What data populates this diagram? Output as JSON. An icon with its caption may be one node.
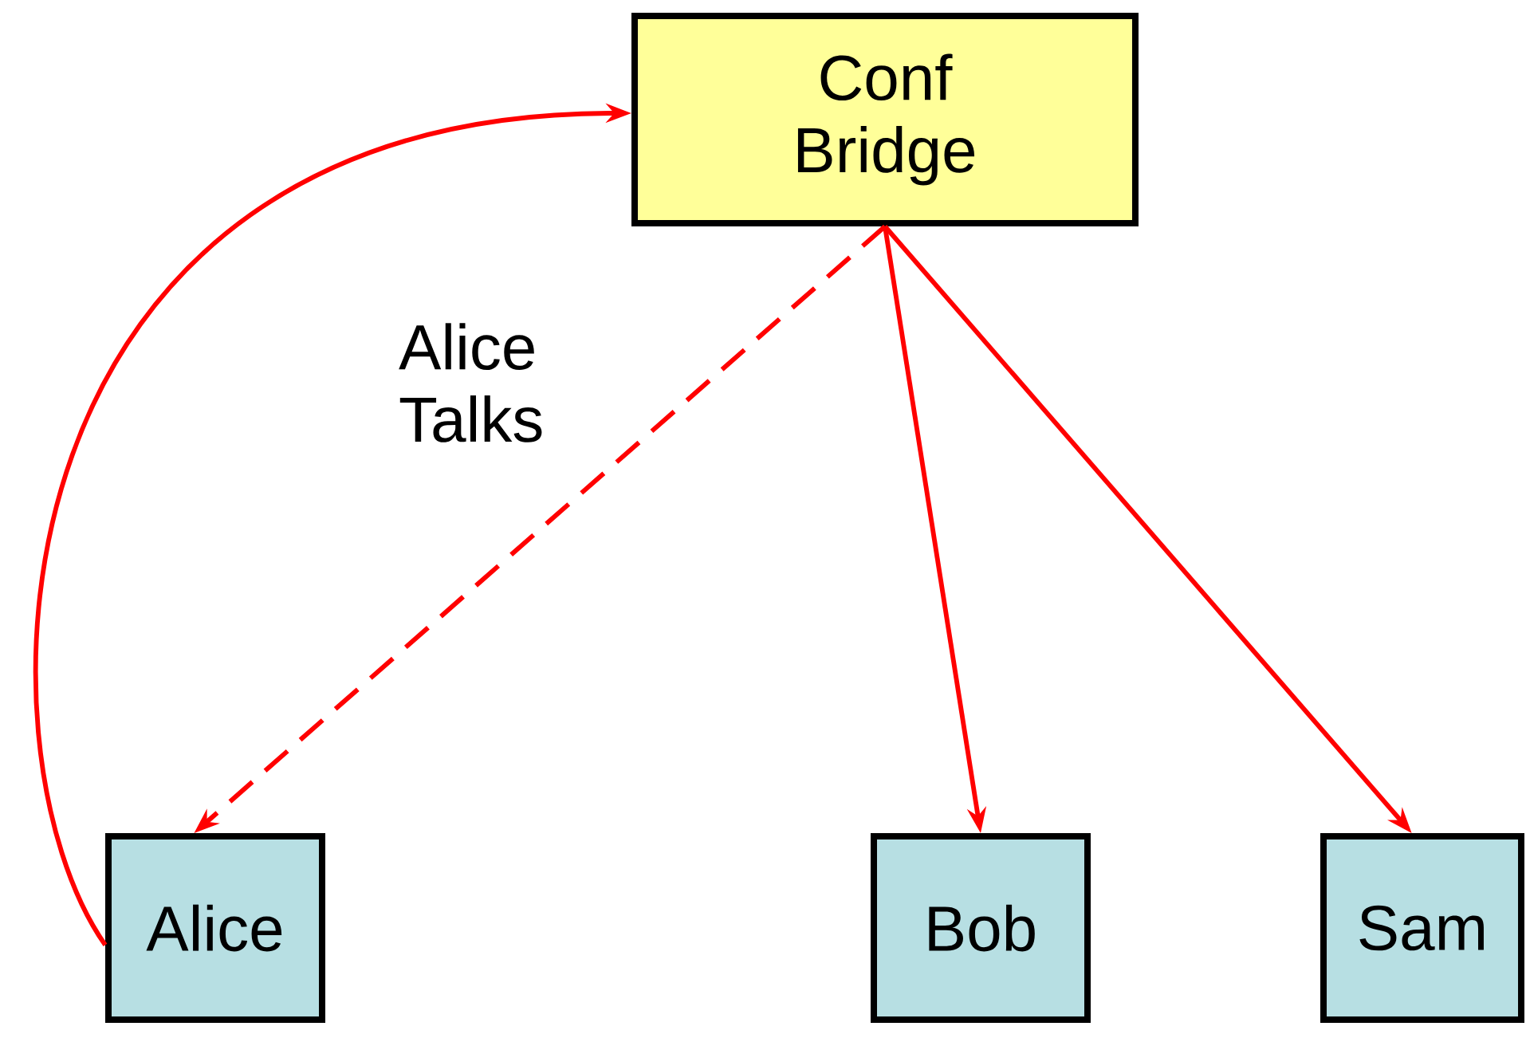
{
  "diagram": {
    "nodes": [
      {
        "text": [
          "Conf Bridge"
        ]
      },
      {
        "text": [
          "Alice"
        ]
      },
      {
        "text": [
          "Bob"
        ]
      },
      {
        "text": [
          "Sam"
        ]
      }
    ],
    "edges": [
      {
        "from": 1,
        "to": 0,
        "arrow": "to"
      },
      {
        "from": 0,
        "to": 1,
        "arrow": "to",
        "style": "dashed",
        "label": "Alice Talks"
      },
      {
        "from": 0,
        "to": 2,
        "arrow": "to"
      },
      {
        "from": 0,
        "to": 3,
        "arrow": "to"
      }
    ]
  }
}
